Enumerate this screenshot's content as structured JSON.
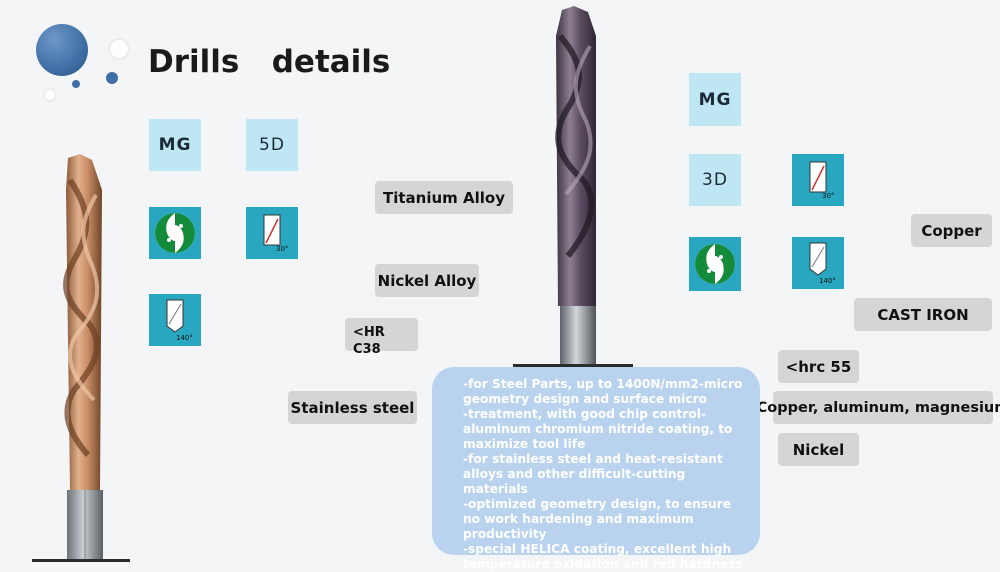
{
  "header": {
    "title": "Drills   details"
  },
  "colors": {
    "tile_light": "#bfe6f3",
    "tile_teal": "#2aa7c0",
    "label_bg": "#d5d5d5",
    "desc_bg": "#b9d3ee",
    "accent_dot": "#3f6fa5"
  },
  "left_product": {
    "type_code": "MG",
    "length_code": "5D",
    "angle_label_30": "30°",
    "angle_label_140": "140°"
  },
  "right_product": {
    "type_code": "MG",
    "length_code": "3D",
    "angle_label_30": "30°",
    "angle_label_140": "140°"
  },
  "materials_left": [
    "Titanium Alloy",
    "Nickel Alloy",
    "<HRC38",
    "Stainless steel"
  ],
  "materials_right": [
    "Copper",
    "CAST IRON",
    "<hrc 55",
    "Copper, aluminum, magnesium",
    "Nickel"
  ],
  "description": [
    "-for Steel Parts, up to 1400N/mm2-micro geometry design and surface micro",
    "-treatment, with good chip control-aluminum chromium nitride coating, to maximize tool life",
    "-for stainless steel and heat-resistant alloys and other difficult-cutting materials",
    "-optimized geometry design, to ensure no work hardening and maximum productivity",
    "-special HELICA coating, excellent high temperature oxidation and red hardness"
  ]
}
